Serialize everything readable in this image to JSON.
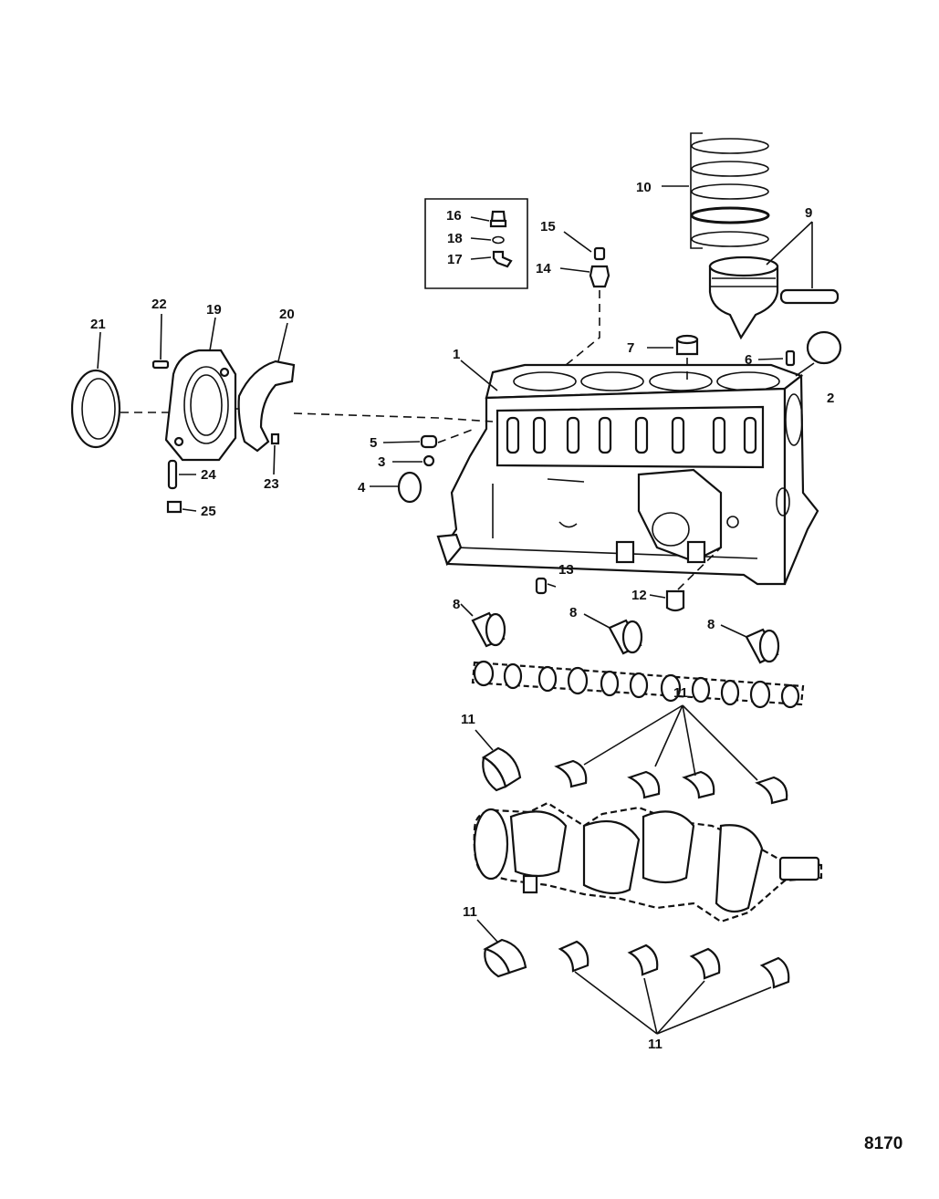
{
  "figure_number": "8170",
  "callouts": {
    "c1": "1",
    "c2": "2",
    "c3": "3",
    "c4": "4",
    "c5": "5",
    "c6": "6",
    "c7": "7",
    "c8a": "8",
    "c8b": "8",
    "c8c": "8",
    "c9": "9",
    "c10": "10",
    "c11a": "11",
    "c11b": "11",
    "c11c": "11",
    "c11d": "11",
    "c12": "12",
    "c13": "13",
    "c14": "14",
    "c15": "15",
    "c16": "16",
    "c17": "17",
    "c18": "18",
    "c19": "19",
    "c20": "20",
    "c21": "21",
    "c22": "22",
    "c23": "23",
    "c24": "24",
    "c25": "25"
  },
  "colors": {
    "line": "#111111",
    "background": "#ffffff",
    "shade": "#8f8f8f"
  }
}
